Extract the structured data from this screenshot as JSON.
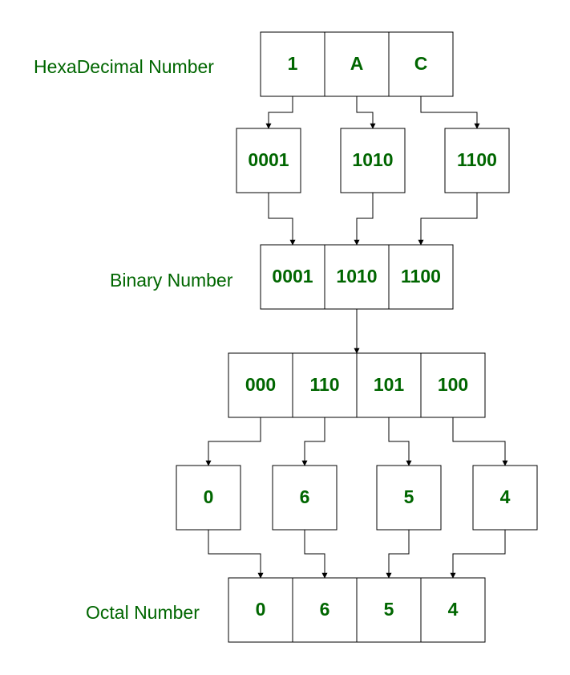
{
  "text_color": "#006600",
  "labels": {
    "hex": "HexaDecimal Number",
    "binary": "Binary Number",
    "octal": "Octal Number"
  },
  "hex_digits": [
    "1",
    "A",
    "C"
  ],
  "hex_to_binary_groups": [
    "0001",
    "1010",
    "1100"
  ],
  "binary_digits": [
    "0001",
    "1010",
    "1100"
  ],
  "regrouped_triplets": [
    "000",
    "110",
    "101",
    "100"
  ],
  "octal_conversions": [
    "0",
    "6",
    "5",
    "4"
  ],
  "octal_digits": [
    "0",
    "6",
    "5",
    "4"
  ]
}
